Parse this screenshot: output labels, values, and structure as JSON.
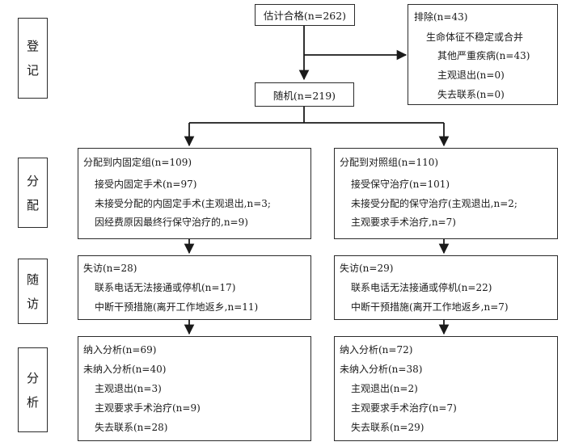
{
  "stages": [
    "登记",
    "分配",
    "随访",
    "分析"
  ],
  "eligible": "估计合格(n=262)",
  "excluded": {
    "title": "排除(n=43)",
    "lines": [
      "生命体征不稳定或合并",
      "其他严重疾病(n=43)",
      "主观退出(n=0)",
      "失去联系(n=0)"
    ]
  },
  "randomized": "随机(n=219)",
  "allocation": {
    "left": {
      "title": "分配到内固定组(n=109)",
      "lines": [
        "接受内固定手术(n=97)",
        "未接受分配的内固定手术(主观退出,n=3;",
        "因经费原因最终行保守治疗的,n=9)"
      ]
    },
    "right": {
      "title": "分配到对照组(n=110)",
      "lines": [
        "接受保守治疗(n=101)",
        "未接受分配的保守治疗(主观退出,n=2;",
        "主观要求手术治疗,n=7)"
      ]
    }
  },
  "followup": {
    "left": {
      "title": "失访(n=28)",
      "lines": [
        "联系电话无法接通或停机(n=17)",
        "中断干预措施(离开工作地返乡,n=11)"
      ]
    },
    "right": {
      "title": "失访(n=29)",
      "lines": [
        "联系电话无法接通或停机(n=22)",
        "中断干预措施(离开工作地返乡,n=7)"
      ]
    }
  },
  "analysis": {
    "left": {
      "title": "纳入分析(n=69)",
      "sub": "未纳入分析(n=40)",
      "lines": [
        "主观退出(n=3)",
        "主观要求手术治疗(n=9)",
        "失去联系(n=28)"
      ]
    },
    "right": {
      "title": "纳入分析(n=72)",
      "sub": "未纳入分析(n=38)",
      "lines": [
        "主观退出(n=2)",
        "主观要求手术治疗(n=7)",
        "失去联系(n=29)"
      ]
    }
  }
}
